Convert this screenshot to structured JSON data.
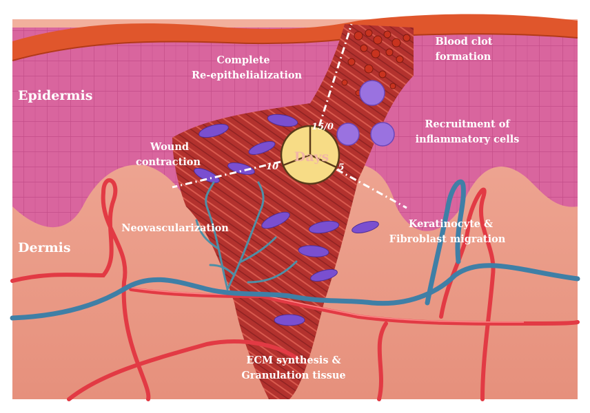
{
  "labels": {
    "epidermis": "Epidermis",
    "dermis": "Dermis",
    "complete_1": "Complete",
    "complete_2": "Re-epithelialization",
    "blood_1": "Blood clot",
    "blood_2": "formation",
    "wound_1": "Wound",
    "wound_2": "contraction",
    "recruit_1": "Recruitment of",
    "recruit_2": "inflammatory cells",
    "neovasc": "Neovascularization",
    "kera_1": "Keratinocyte &",
    "kera_2": "Fibroblast migration",
    "ecm_1": "ECM synthesis &",
    "ecm_2": "Granulation tissue"
  },
  "clock": {
    "title": "Days",
    "mark_top": "15/0",
    "mark_right": "5",
    "mark_left": "10"
  },
  "colors": {
    "stratum_corneum": "#e0562c",
    "epidermis": "#d9659e",
    "dermis": "#eea08e",
    "wound": "#b3322e",
    "artery": "#e23a44",
    "vein": "#3f7fa6",
    "cell": "#7a4fd0",
    "clock_face": "#f7dc86"
  }
}
